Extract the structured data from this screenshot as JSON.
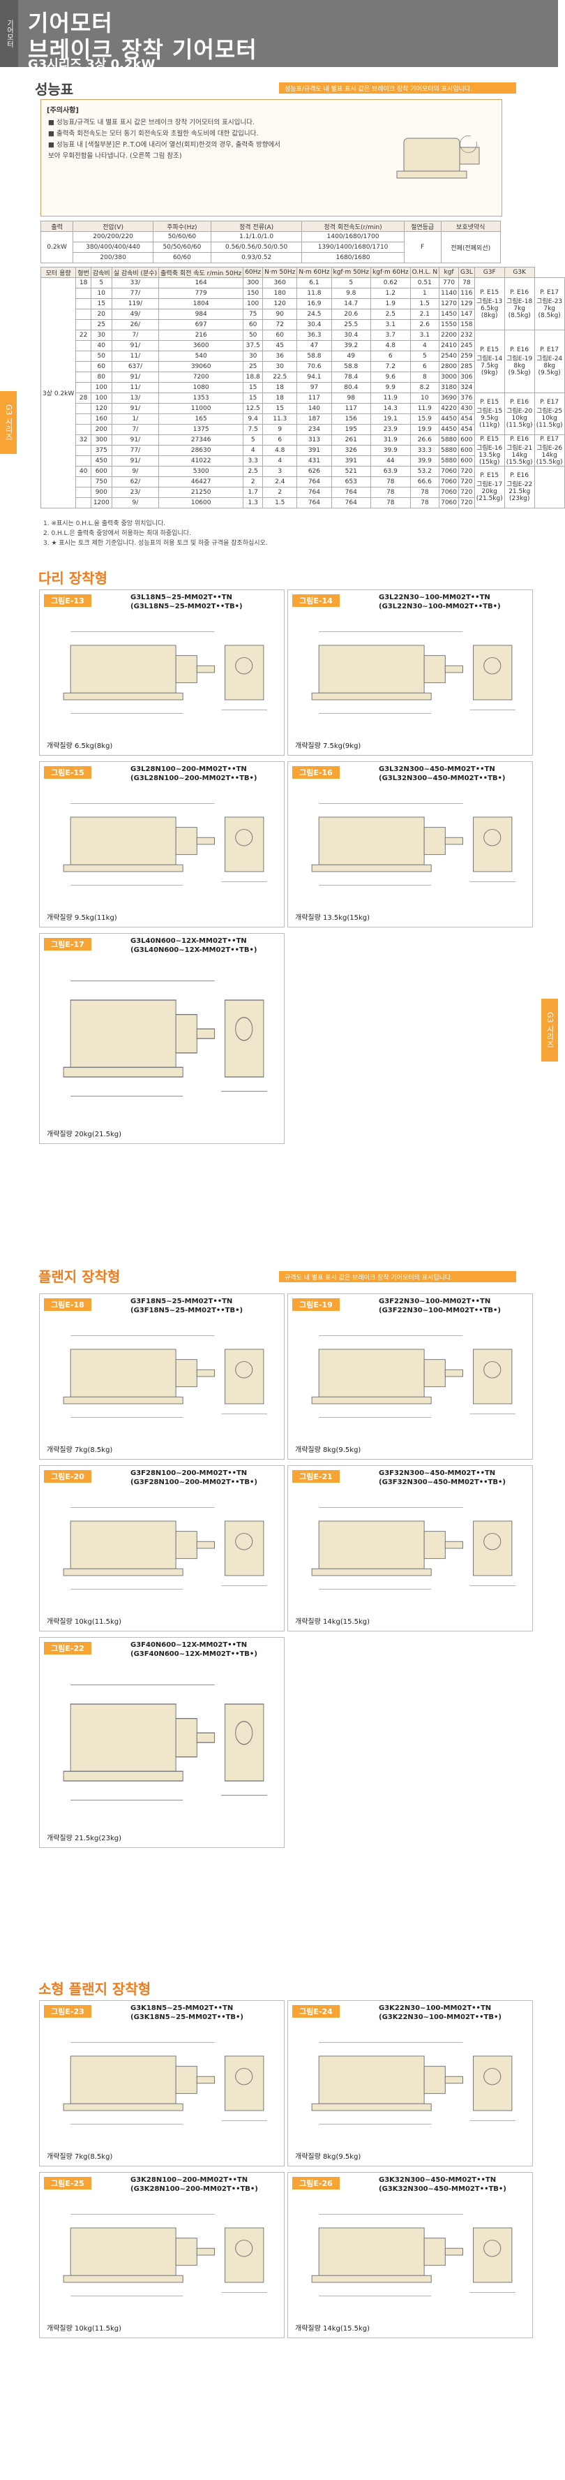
{
  "header": {
    "side_label": "기어모터",
    "title_line1": "기어모터",
    "title_line2": "브레이크 장착 기어모터",
    "title_line3": "G3시리즈 3상 0.2kW"
  },
  "side_tabs": [
    "G3 시리즈",
    "G3 시리즈"
  ],
  "performance": {
    "title": "성능표",
    "banner": "성능표/규격도 내 별표 표시 값은 브레이크 장착 기어모터의 표시입니다.",
    "notice_title": "[주의사항]",
    "notice_lines": [
      "■ 성능표/규격도 내 별표 표시 값은 브레이크 장착 기어모터의 표시입니다.",
      "■ 출력축 회전속도는 모터 동기 회전속도와 초월한 속도비에 대한 값입니다.",
      "■ 성능표 내 [색칠부분]은 P..T.O에 내리어 열선(회피)한것의 경우, 출력축 방향에서",
      "   보아 우회전함을 나타냅니다. (오른쪽 그림 참조)"
    ]
  },
  "spec_table": {
    "headers": [
      "출력",
      "전압(V)",
      "주파수(Hz)",
      "정격 전류(A)",
      "정격 회전속도(r/min)",
      "절연등급",
      "보호넷약식"
    ],
    "rows": [
      [
        "0.2kW",
        "200/200/220",
        "50/60/60",
        "1.1/1.0/1.0",
        "1400/1680/1700",
        "F",
        "전폐(전폐외선)"
      ],
      [
        "",
        "380/400/400/440",
        "50/50/60/60",
        "0.56/0.56/0.50/0.50",
        "1390/1400/1680/1710",
        "",
        ""
      ],
      [
        "",
        "200/380",
        "60/60",
        "0.93/0.52",
        "1680/1680",
        "",
        ""
      ]
    ]
  },
  "perf_table": {
    "headers": [
      "모터 용량",
      "형번",
      "감속비",
      "실 감속비 (분수)",
      "출력축 회전 속도 r/min 50Hz",
      "60Hz",
      "N·m 50Hz",
      "N·m 60Hz",
      "kgf·m 50Hz",
      "kgf·m 60Hz",
      "O.H.L. N",
      "kgf",
      "G3L",
      "G3F",
      "G3K"
    ],
    "motor": "3상 0.2kW",
    "rows": [
      [
        "18",
        "5",
        "33/",
        "164",
        "300",
        "360",
        "6.1",
        "5",
        "0.62",
        "0.51",
        "770",
        "78"
      ],
      [
        "",
        "10",
        "77/",
        "779",
        "150",
        "180",
        "11.8",
        "9.8",
        "1.2",
        "1",
        "1140",
        "116"
      ],
      [
        "",
        "15",
        "119/",
        "1804",
        "100",
        "120",
        "16.9",
        "14.7",
        "1.9",
        "1.5",
        "1270",
        "129"
      ],
      [
        "",
        "20",
        "49/",
        "984",
        "75",
        "90",
        "24.5",
        "20.6",
        "2.5",
        "2.1",
        "1450",
        "147"
      ],
      [
        "",
        "25",
        "26/",
        "697",
        "60",
        "72",
        "30.4",
        "25.5",
        "3.1",
        "2.6",
        "1550",
        "158"
      ],
      [
        "22",
        "30",
        "7/",
        "216",
        "50",
        "60",
        "36.3",
        "30.4",
        "3.7",
        "3.1",
        "2200",
        "232"
      ],
      [
        "",
        "40",
        "91/",
        "3600",
        "37.5",
        "45",
        "47",
        "39.2",
        "4.8",
        "4",
        "2410",
        "245"
      ],
      [
        "",
        "50",
        "11/",
        "540",
        "30",
        "36",
        "58.8",
        "49",
        "6",
        "5",
        "2540",
        "259"
      ],
      [
        "",
        "60",
        "637/",
        "39060",
        "25",
        "30",
        "70.6",
        "58.8",
        "7.2",
        "6",
        "2800",
        "285"
      ],
      [
        "",
        "80",
        "91/",
        "7200",
        "18.8",
        "22.5",
        "94.1",
        "78.4",
        "9.6",
        "8",
        "3000",
        "306"
      ],
      [
        "",
        "100",
        "11/",
        "1080",
        "15",
        "18",
        "97",
        "80.4",
        "9.9",
        "8.2",
        "3180",
        "324"
      ],
      [
        "28",
        "100",
        "13/",
        "1353",
        "15",
        "18",
        "117",
        "98",
        "11.9",
        "10",
        "3690",
        "376"
      ],
      [
        "",
        "120",
        "91/",
        "11000",
        "12.5",
        "15",
        "140",
        "117",
        "14.3",
        "11.9",
        "4220",
        "430"
      ],
      [
        "",
        "160",
        "1/",
        "165",
        "9.4",
        "11.3",
        "187",
        "156",
        "19.1",
        "15.9",
        "4450",
        "454"
      ],
      [
        "",
        "200",
        "7/",
        "1375",
        "7.5",
        "9",
        "234",
        "195",
        "23.9",
        "19.9",
        "4450",
        "454"
      ],
      [
        "32",
        "300",
        "91/",
        "27346",
        "5",
        "6",
        "313",
        "261",
        "31.9",
        "26.6",
        "5880",
        "600"
      ],
      [
        "",
        "375",
        "77/",
        "28630",
        "4",
        "4.8",
        "391",
        "326",
        "39.9",
        "33.3",
        "5880",
        "600"
      ],
      [
        "",
        "450",
        "91/",
        "41022",
        "3.3",
        "4",
        "431",
        "391",
        "44",
        "39.9",
        "5880",
        "600"
      ],
      [
        "40",
        "600",
        "9/",
        "5300",
        "2.5",
        "3",
        "626",
        "521",
        "63.9",
        "53.2",
        "7060",
        "720"
      ],
      [
        "",
        "750",
        "62/",
        "46427",
        "2",
        "2.4",
        "764",
        "653",
        "78",
        "66.6",
        "7060",
        "720"
      ],
      [
        "",
        "900",
        "23/",
        "21250",
        "1.7",
        "2",
        "764",
        "764",
        "78",
        "78",
        "7060",
        "720"
      ],
      [
        "",
        "1200",
        "9/",
        "10600",
        "1.3",
        "1.5",
        "764",
        "764",
        "78",
        "78",
        "7060",
        "720"
      ]
    ],
    "fig_refs": [
      [
        "P. E15 그림E-13 6.5kg (8kg)",
        "P. E16 그림E-18 7kg (8.5kg)",
        "P. E17 그림E-23 7kg (8.5kg)"
      ],
      [
        "P. E15 그림E-14 7.5kg (9kg)",
        "P. E16 그림E-19 8kg (9.5kg)",
        "P. E17 그림E-24 8kg (9.5kg)"
      ],
      [
        "P. E15 그림E-15 9.5kg (11kg)",
        "P. E16 그림E-20 10kg (11.5kg)",
        "P. E17 그림E-25 10kg (11.5kg)"
      ],
      [
        "P. E15 그림E-16 13.5kg (15kg)",
        "P. E16 그림E-21 14kg (15.5kg)",
        "P. E17 그림E-26 14kg (15.5kg)"
      ],
      [
        "P. E15 그림E-17 20kg (21.5kg)",
        "P. E16 그림E-22 21.5kg (23kg)",
        ""
      ]
    ]
  },
  "footnotes": [
    "1. ※표시는 0.H.L.을 출력축 중앙 위치입니다.",
    "2. 0.H.L.은 출력축 중앙에서 허용하는 최대 하중입니다.",
    "3. ★ 표시는 토크 제한 기준입니다. 성능표의 허용 토크 및 하중 규격을 참조하십시오."
  ],
  "groups": [
    {
      "title": "다리 장착형",
      "panels": [
        {
          "tag": "그림E-13",
          "model1": "G3L18N5~25-MM02T••TN",
          "model2": "(G3L18N5~25-MM02T••TB•)",
          "weight": "개략질량  6.5kg(8kg)"
        },
        {
          "tag": "그림E-14",
          "model1": "G3L22N30~100-MM02T••TN",
          "model2": "(G3L22N30~100-MM02T••TB•)",
          "weight": "개략질량  7.5kg(9kg)"
        },
        {
          "tag": "그림E-15",
          "model1": "G3L28N100~200-MM02T••TN",
          "model2": "(G3L28N100~200-MM02T••TB•)",
          "weight": "개략질량  9.5kg(11kg)"
        },
        {
          "tag": "그림E-16",
          "model1": "G3L32N300~450-MM02T••TN",
          "model2": "(G3L32N300~450-MM02T••TB•)",
          "weight": "개략질량  13.5kg(15kg)"
        },
        {
          "tag": "그림E-17",
          "model1": "G3L40N600~12X-MM02T••TN",
          "model2": "(G3L40N600~12X-MM02T••TB•)",
          "weight": "개략질량  20kg(21.5kg)"
        }
      ]
    },
    {
      "title": "플랜지 장착형",
      "banner": "규격도 내 별표 표시 값은 브레이크 장착 기어모터의 표시입니다.",
      "panels": [
        {
          "tag": "그림E-18",
          "model1": "G3F18N5~25-MM02T••TN",
          "model2": "(G3F18N5~25-MM02T••TB•)",
          "weight": "개략질량  7kg(8.5kg)"
        },
        {
          "tag": "그림E-19",
          "model1": "G3F22N30~100-MM02T••TN",
          "model2": "(G3F22N30~100-MM02T••TB•)",
          "weight": "개략질량  8kg(9.5kg)"
        },
        {
          "tag": "그림E-20",
          "model1": "G3F28N100~200-MM02T••TN",
          "model2": "(G3F28N100~200-MM02T••TB•)",
          "weight": "개략질량  10kg(11.5kg)"
        },
        {
          "tag": "그림E-21",
          "model1": "G3F32N300~450-MM02T••TN",
          "model2": "(G3F32N300~450-MM02T••TB•)",
          "weight": "개략질량  14kg(15.5kg)"
        },
        {
          "tag": "그림E-22",
          "model1": "G3F40N600~12X-MM02T••TN",
          "model2": "(G3F40N600~12X-MM02T••TB•)",
          "weight": "개략질량  21.5kg(23kg)"
        }
      ]
    },
    {
      "title": "소형 플랜지 장착형",
      "panels": [
        {
          "tag": "그림E-23",
          "model1": "G3K18N5~25-MM02T••TN",
          "model2": "(G3K18N5~25-MM02T••TB•)",
          "weight": "개략질량  7kg(8.5kg)"
        },
        {
          "tag": "그림E-24",
          "model1": "G3K22N30~100-MM02T••TN",
          "model2": "(G3K22N30~100-MM02T••TB•)",
          "weight": "개략질량  8kg(9.5kg)"
        },
        {
          "tag": "그림E-25",
          "model1": "G3K28N100~200-MM02T••TN",
          "model2": "(G3K28N100~200-MM02T••TB•)",
          "weight": "개략질량  10kg(11.5kg)"
        },
        {
          "tag": "그림E-26",
          "model1": "G3K32N300~450-MM02T••TN",
          "model2": "(G3K32N300~450-MM02T••TB•)",
          "weight": "개략질량  14kg(15.5kg)"
        }
      ]
    }
  ]
}
